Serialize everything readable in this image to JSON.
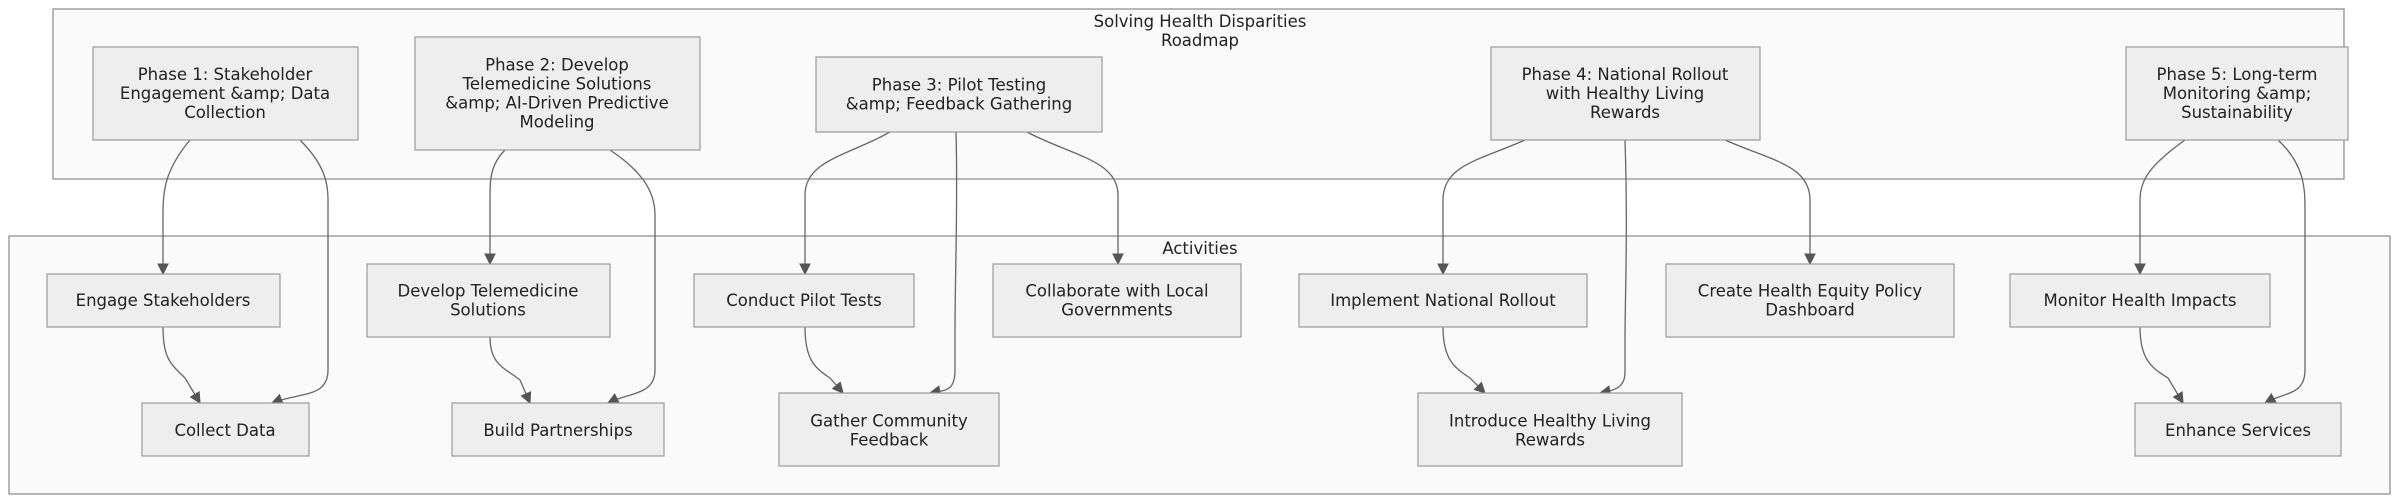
{
  "clusters": {
    "roadmap": [
      "Solving Health Disparities",
      "Roadmap"
    ],
    "activities": [
      "Activities"
    ]
  },
  "phases": {
    "p1": [
      "Phase 1: Stakeholder",
      "Engagement &amp; Data",
      "Collection"
    ],
    "p2": [
      "Phase 2: Develop",
      "Telemedicine Solutions",
      "&amp; AI-Driven Predictive",
      "Modeling"
    ],
    "p3": [
      "Phase 3: Pilot Testing",
      "&amp; Feedback Gathering"
    ],
    "p4": [
      "Phase 4: National Rollout",
      "with Healthy Living",
      "Rewards"
    ],
    "p5": [
      "Phase 5: Long-term",
      "Monitoring &amp;",
      "Sustainability"
    ]
  },
  "activities": {
    "engage": [
      "Engage Stakeholders"
    ],
    "collect": [
      "Collect Data"
    ],
    "develop": [
      "Develop Telemedicine",
      "Solutions"
    ],
    "build": [
      "Build Partnerships"
    ],
    "pilot": [
      "Conduct Pilot Tests"
    ],
    "collab": [
      "Collaborate with Local",
      "Governments"
    ],
    "gather": [
      "Gather Community",
      "Feedback"
    ],
    "rollout": [
      "Implement National Rollout"
    ],
    "policy": [
      "Create Health Equity Policy",
      "Dashboard"
    ],
    "rewards": [
      "Introduce Healthy Living",
      "Rewards"
    ],
    "monitor": [
      "Monitor Health Impacts"
    ],
    "enhance": [
      "Enhance Services"
    ]
  },
  "colors": {
    "node_fill": "#eeeeee",
    "node_stroke": "#9a9a9a",
    "cluster_fill": "#fafafa",
    "edge": "#666666"
  }
}
